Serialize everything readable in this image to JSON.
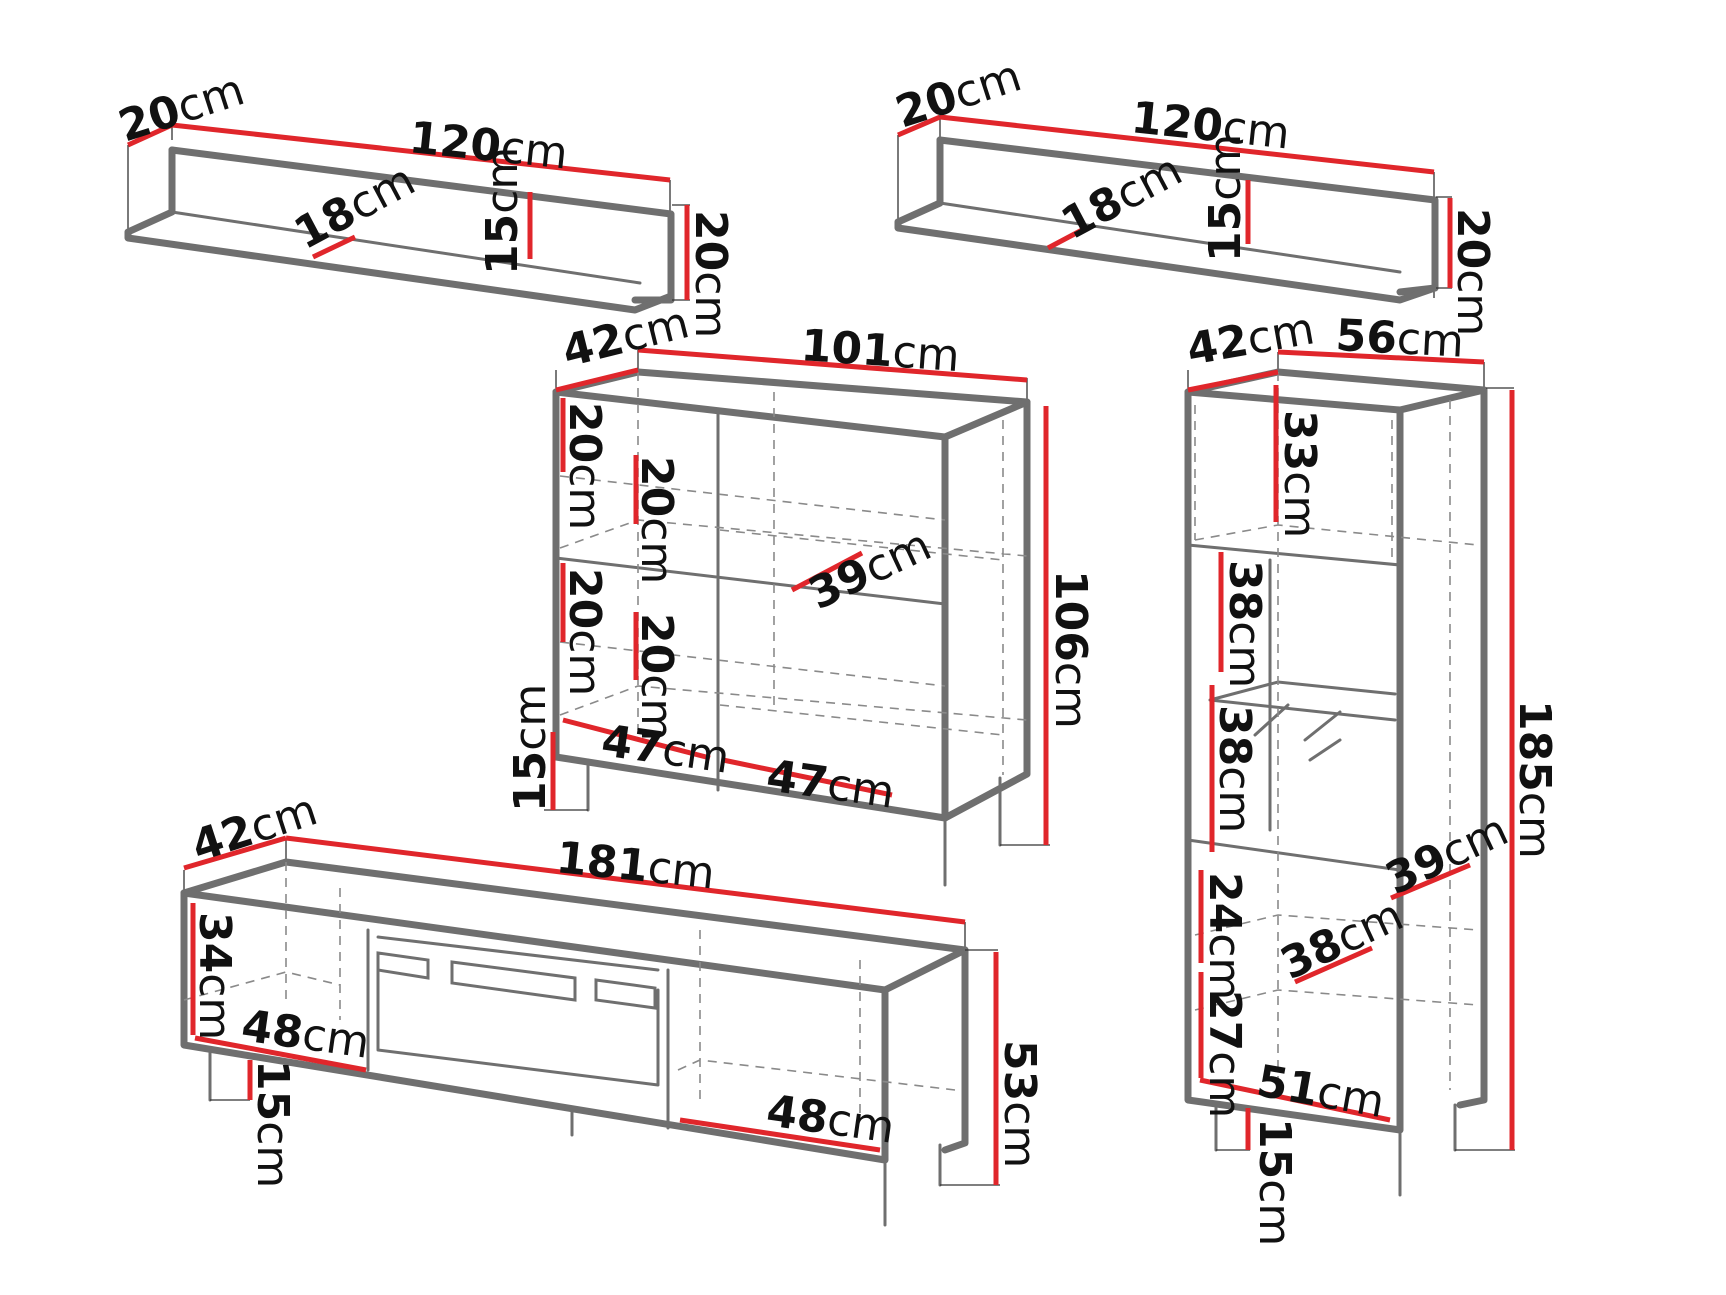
{
  "unit": "cm",
  "colors": {
    "dimension_line": "#e0262b",
    "outline": "#6f6f6f",
    "text": "#111111"
  },
  "items": {
    "wall_shelf_left": {
      "name": "Wall shelf",
      "depth": "20",
      "width": "120",
      "inner_depth": "18",
      "inner_height": "15",
      "height": "20"
    },
    "wall_shelf_right": {
      "name": "Wall shelf",
      "depth": "20",
      "width": "120",
      "inner_depth": "18",
      "inner_height": "15",
      "height": "20"
    },
    "chest": {
      "name": "Chest of drawers / sideboard",
      "depth": "42",
      "width": "101",
      "height": "106",
      "upper_outer": "20",
      "upper_inner": "20",
      "lower_outer": "20",
      "lower_inner": "20",
      "inner_depth": "39",
      "compartment_width_left": "47",
      "compartment_width_right": "47",
      "leg_height": "15"
    },
    "tall_cabinet": {
      "name": "Tall cabinet",
      "depth": "42",
      "width": "56",
      "height": "185",
      "top_compartment": "33",
      "middle_upper": "38",
      "middle_lower": "38",
      "bottom_upper": "24",
      "bottom_lower": "27",
      "bottom_depth_outer": "39",
      "bottom_depth_inner": "38",
      "bottom_width": "51",
      "leg_height": "15"
    },
    "tv_stand": {
      "name": "TV stand",
      "depth": "42",
      "width": "181",
      "height": "53",
      "side_height": "34",
      "left_compartment_width": "48",
      "right_compartment_width": "48",
      "leg_height": "15"
    }
  },
  "labels": {
    "u": "cm",
    "s1_depth": "20",
    "s1_width": "120",
    "s1_inner_depth": "18",
    "s1_inner_height": "15",
    "s1_height": "20",
    "s2_depth": "20",
    "s2_width": "120",
    "s2_inner_depth": "18",
    "s2_inner_height": "15",
    "s2_height": "20",
    "c_depth": "42",
    "c_width": "101",
    "c_height": "106",
    "c_up_out": "20",
    "c_up_in": "20",
    "c_lo_out": "20",
    "c_lo_in": "20",
    "c_inner_depth": "39",
    "c_w_left": "47",
    "c_w_right": "47",
    "c_leg": "15",
    "t_depth": "42",
    "t_width": "56",
    "t_height": "185",
    "t_top": "33",
    "t_mid1": "38",
    "t_mid2": "38",
    "t_bot1": "24",
    "t_bot2": "27",
    "t_d39": "39",
    "t_d38": "38",
    "t_w51": "51",
    "t_leg": "15",
    "tv_depth": "42",
    "tv_width": "181",
    "tv_height": "53",
    "tv_side": "34",
    "tv_w_left": "48",
    "tv_w_right": "48",
    "tv_leg": "15"
  }
}
